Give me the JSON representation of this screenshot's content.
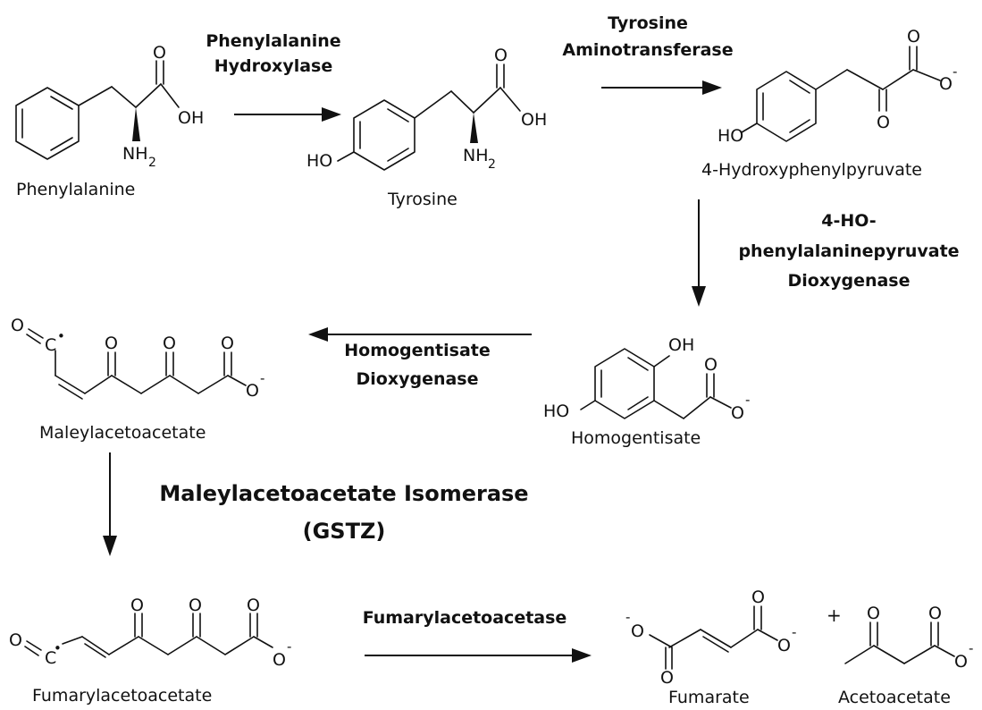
{
  "molecules": {
    "phenylalanine": "Phenylalanine",
    "tyrosine": "Tyrosine",
    "hydroxyphenylpyruvate": "4-Hydroxyphenylpyruvate",
    "homogentisate": "Homogentisate",
    "maleylacetoacetate": "Maleylacetoacetate",
    "fumarylacetoacetate": "Fumarylacetoacetate",
    "fumarate": "Fumarate",
    "acetoacetate": "Acetoacetate"
  },
  "enzymes": {
    "phenylalanine_hydroxylase": [
      "Phenylalanine",
      "Hydroxylase"
    ],
    "tyrosine_aminotransferase": [
      "Tyrosine",
      "Aminotransferase"
    ],
    "hppd": [
      "4-HO-",
      "phenylalaninepyruvate",
      "Dioxygenase"
    ],
    "homogentisate_dioxygenase": [
      "Homogentisate",
      "Dioxygenase"
    ],
    "maleylacetoacetate_isomerase": [
      "Maleylacetoacetate Isomerase",
      "(GSTZ)"
    ],
    "fumarylacetoacetase": [
      "Fumarylacetoacetase"
    ]
  },
  "atoms": {
    "O": "O",
    "OH": "OH",
    "HO": "HO",
    "NH": "NH",
    "sub2": "2",
    "C": "C",
    "minus": "-",
    "radical": "•",
    "plus": "+"
  }
}
